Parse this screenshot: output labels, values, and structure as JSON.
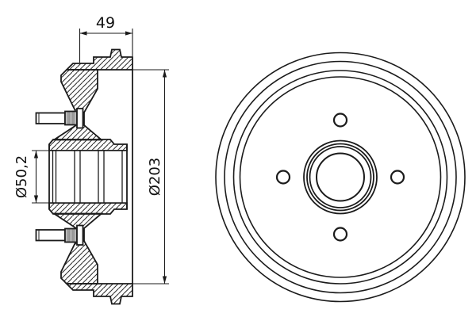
{
  "drawing": {
    "kind": "brake-drum-technical-drawing",
    "background": "#ffffff",
    "line_color": "#1b1b1b",
    "dimensions": {
      "depth": "49",
      "bore": "Ø50,2",
      "outer_diameter": "Ø203"
    }
  }
}
